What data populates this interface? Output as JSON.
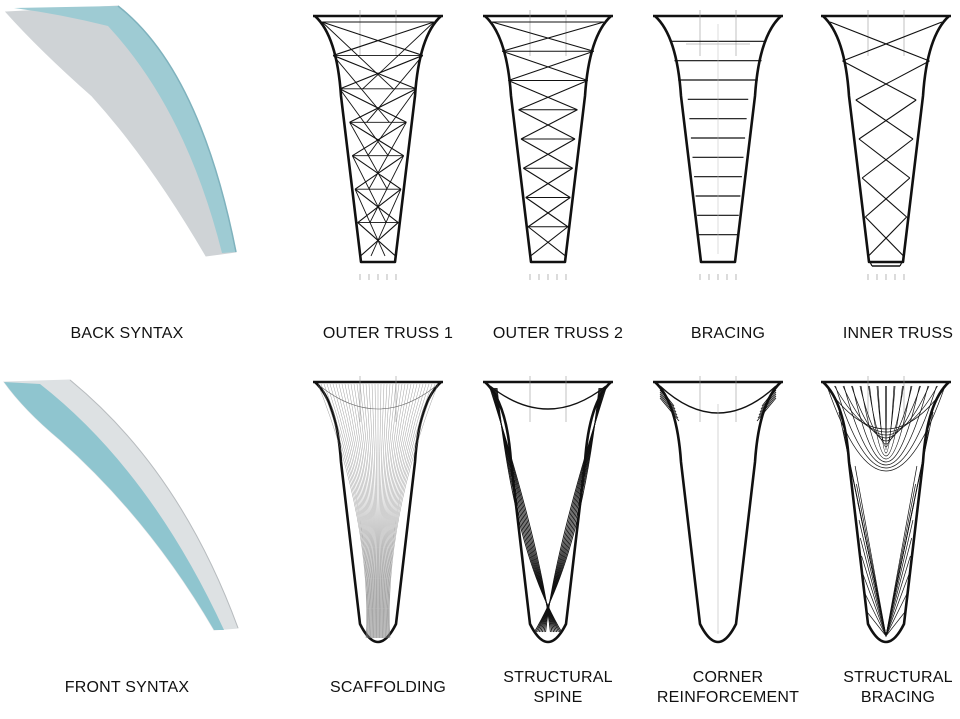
{
  "rows": [
    {
      "syntax": {
        "label": "BACK SYNTAX",
        "colors": {
          "face": "#9ecbd3",
          "edge": "#7fb2bd",
          "side": "#cfd3d6"
        }
      },
      "panels": [
        {
          "label": "OUTER TRUSS 1",
          "pattern": "outer-truss-1"
        },
        {
          "label": "OUTER TRUSS 2",
          "pattern": "outer-truss-2"
        },
        {
          "label": "BRACING",
          "pattern": "bracing"
        },
        {
          "label": "INNER TRUSS",
          "pattern": "inner-truss"
        }
      ]
    },
    {
      "syntax": {
        "label": "FRONT SYNTAX",
        "colors": {
          "face": "#8fc5cf",
          "edge": "#78aeb9",
          "side": "#dde1e3"
        }
      },
      "panels": [
        {
          "label": "SCAFFOLDING",
          "pattern": "scaffolding"
        },
        {
          "label": "STRUCTURAL\nSPINE",
          "pattern": "structural-spine"
        },
        {
          "label": "CORNER\nREINFORCEMENT",
          "pattern": "corner-reinforcement"
        },
        {
          "label": "STRUCTURAL\nBRACING",
          "pattern": "structural-bracing"
        }
      ]
    }
  ]
}
